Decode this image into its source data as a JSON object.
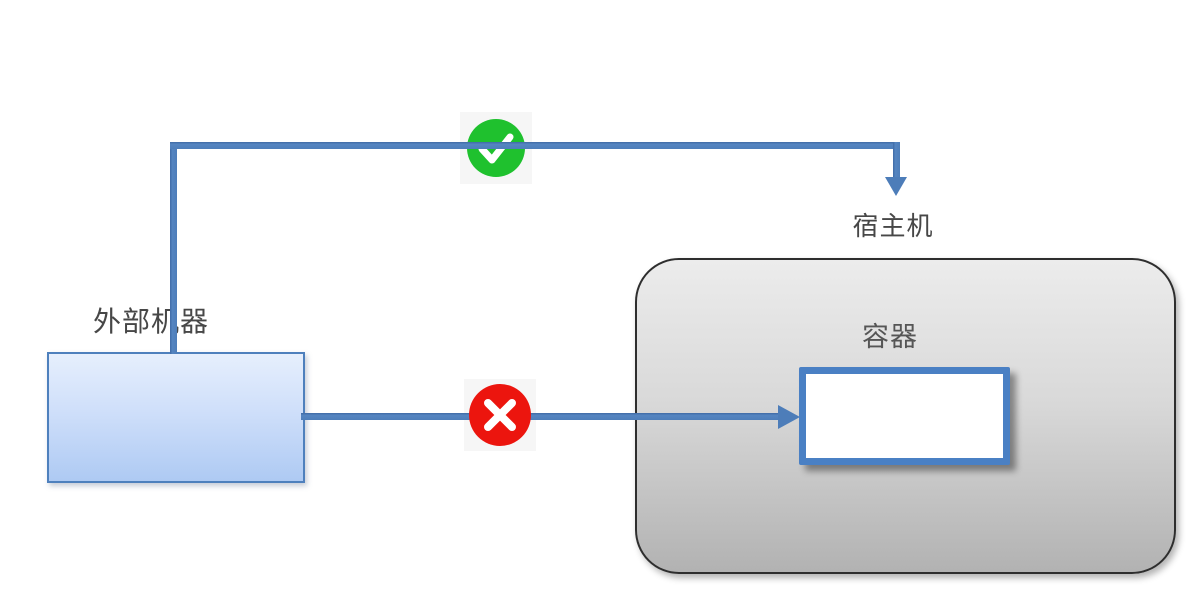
{
  "diagram": {
    "title_hint": "docker-container-network-access-diagram",
    "nodes": {
      "external_machine": {
        "label": "外部机器"
      },
      "host_machine": {
        "label": "宿主机"
      },
      "container": {
        "label": "容器"
      },
      "container_inner_box": {
        "label": ""
      }
    },
    "connections": [
      {
        "from": "external_machine",
        "to": "host_machine",
        "status": "allowed",
        "icon": "check-icon"
      },
      {
        "from": "external_machine",
        "to": "container_inner_box",
        "status": "blocked",
        "icon": "cross-icon"
      }
    ],
    "colors": {
      "connector_blue": "#4d7db9",
      "success_green": "#1fc12e",
      "error_red": "#ec150e",
      "external_box_border": "#4e80bd",
      "external_box_fill_top": "#e6effd",
      "external_box_fill_bottom": "#aecaf3",
      "container_fill_top": "#ececec",
      "container_fill_bottom": "#b2b2b2",
      "container_border": "#2e2e2e",
      "inner_box_border": "#4a80c4",
      "label_text": "#474747",
      "page_background": "#ffffff"
    }
  }
}
